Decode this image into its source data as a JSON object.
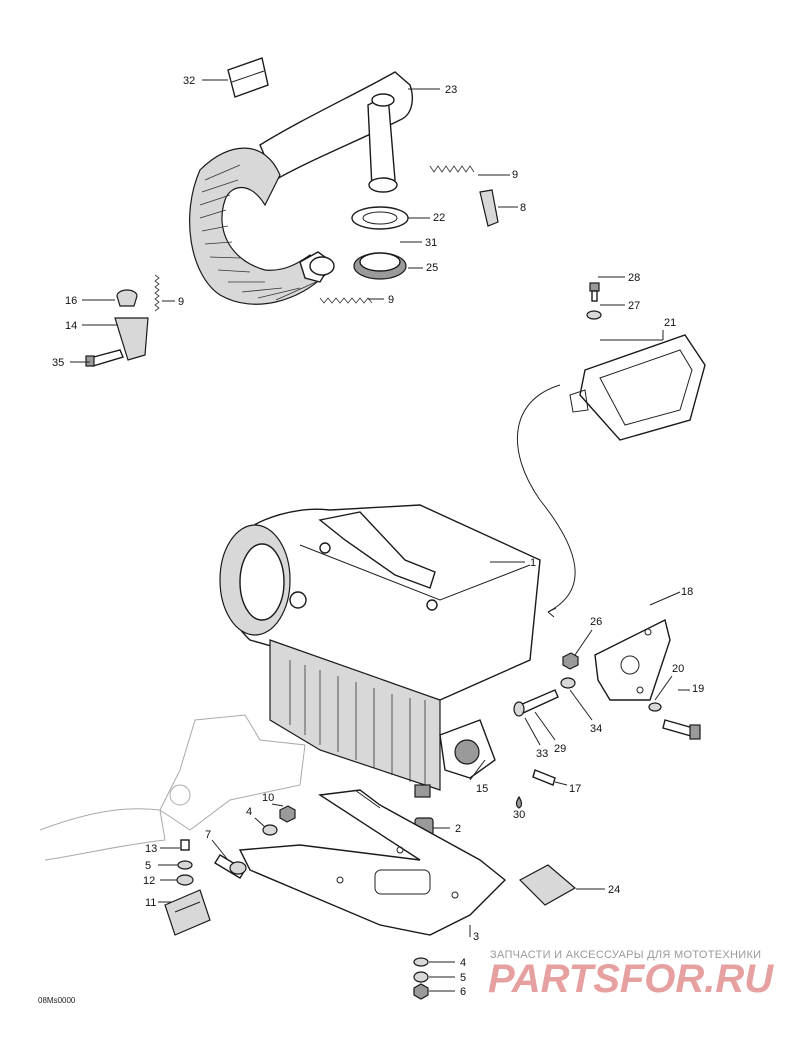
{
  "diagram": {
    "code": "08Ms0000",
    "callouts": [
      "32",
      "23",
      "9",
      "8",
      "22",
      "31",
      "25",
      "9",
      "16",
      "14",
      "35",
      "9",
      "28",
      "27",
      "21",
      "1",
      "18",
      "26",
      "20",
      "19",
      "34",
      "29",
      "33",
      "17",
      "15",
      "30",
      "10",
      "4",
      "2",
      "7",
      "13",
      "5",
      "12",
      "11",
      "24",
      "3",
      "4",
      "5",
      "6"
    ]
  },
  "watermark": {
    "caption": "ЗАПЧАСТИ И АКСЕССУАРЫ ДЛЯ МОТОТЕХНИКИ",
    "brand": "PARTSFOR.RU"
  }
}
